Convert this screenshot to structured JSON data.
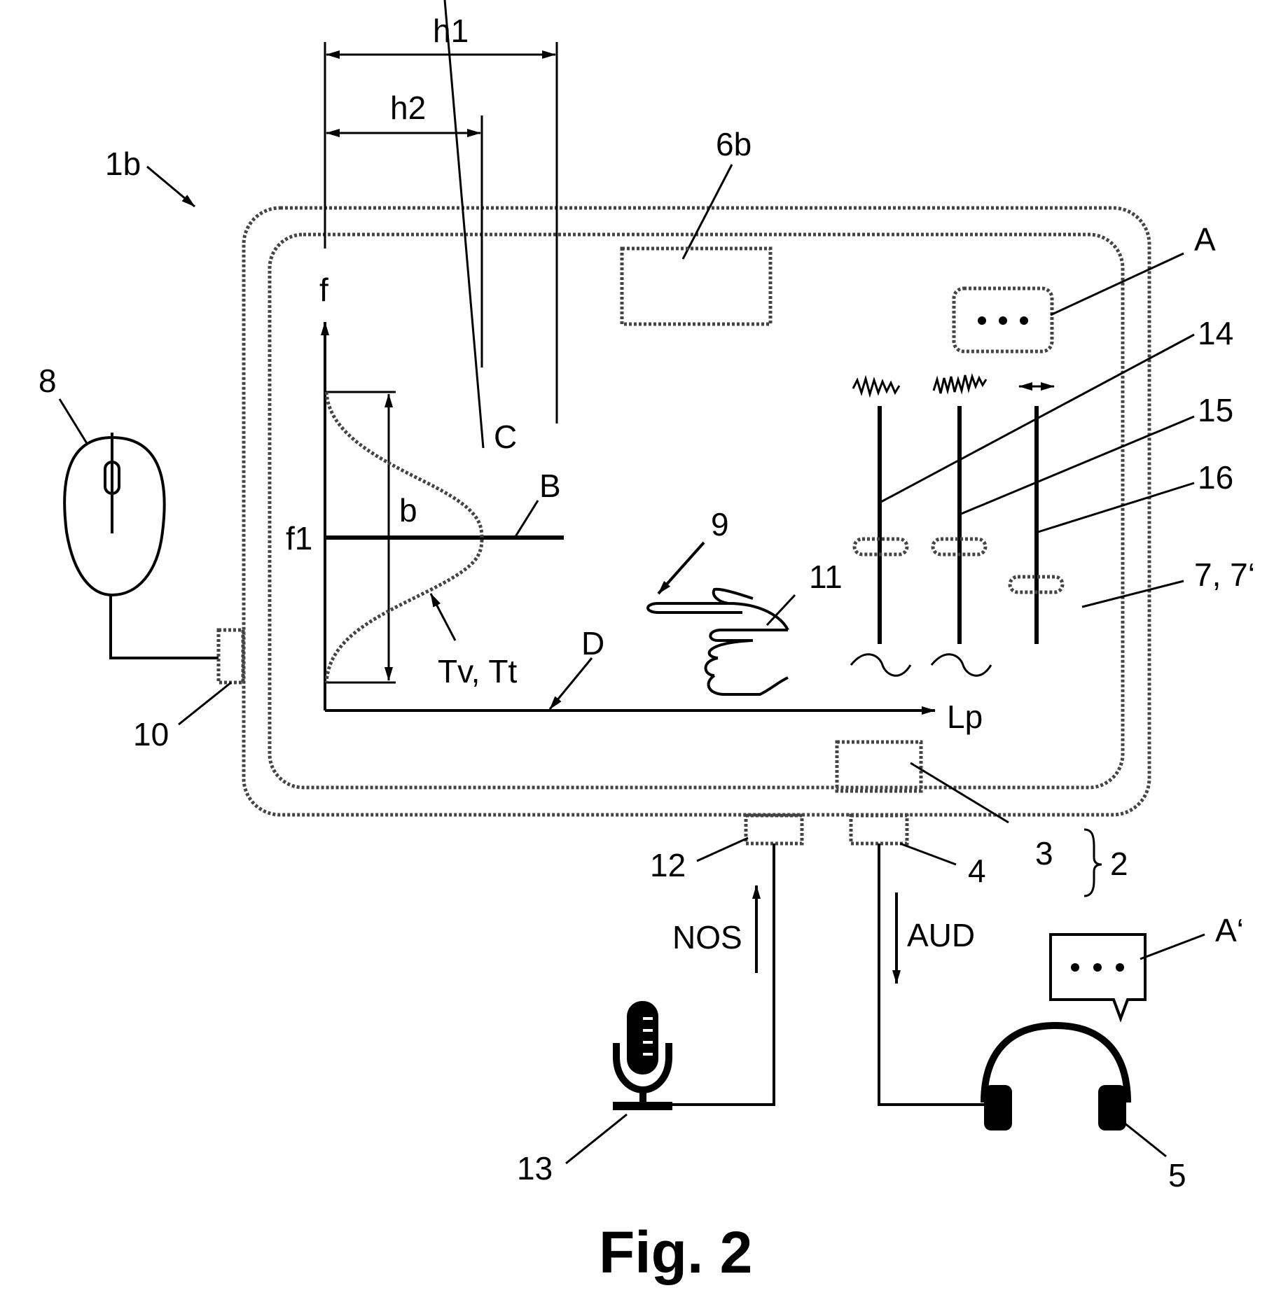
{
  "labels": {
    "h1": "h1",
    "h2": "h2",
    "device": "1b",
    "display_unit": "6b",
    "display_element": "A",
    "slider_14": "14",
    "slider_15": "15",
    "slider_16": "16",
    "ui": "7, 7‘",
    "mouse": "8",
    "axis_f": "f",
    "curve_c": "C",
    "line_b": "B",
    "width_b": "b",
    "f1": "f1",
    "gesture": "9",
    "finger": "11",
    "thresholds": "Tv, Tt",
    "axis_d": "D",
    "axis_lp": "Lp",
    "interface": "10",
    "port_12": "12",
    "port_4": "4",
    "processor": "3",
    "hearing_system": "2",
    "nos": "NOS",
    "aud": "AUD",
    "speech_bubble": "A‘",
    "microphone": "13",
    "headphones": "5"
  },
  "caption": "Fig. 2"
}
